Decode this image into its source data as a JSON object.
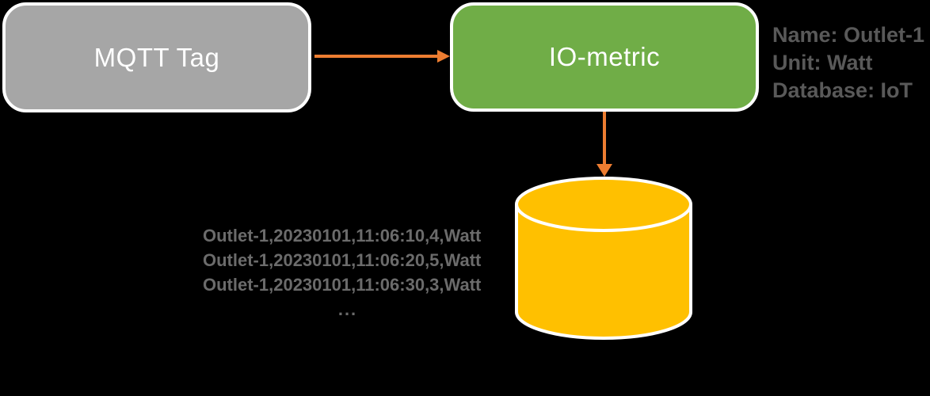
{
  "diagram": {
    "background_color": "#000000",
    "nodes": {
      "mqtt_tag": {
        "label": "MQTT Tag",
        "fill_color": "#a6a6a6",
        "border_color": "#ffffff",
        "text_color": "#ffffff"
      },
      "io_metric": {
        "label": "IO-metric",
        "fill_color": "#70ad47",
        "border_color": "#ffffff",
        "text_color": "#ffffff"
      },
      "database_cylinder": {
        "shape": "cylinder",
        "fill_color": "#ffc000",
        "border_color": "#ffffff"
      }
    },
    "arrows": {
      "color": "#ed7d31",
      "mqtt_to_iometric": "horizontal-right",
      "iometric_to_database": "vertical-down"
    },
    "metric_properties": {
      "text_color": "#595959",
      "lines": [
        "Name: Outlet-1",
        "Unit: Watt",
        "Database: IoT"
      ]
    },
    "data_records": {
      "text_color": "#6b6b6b",
      "lines": [
        "Outlet-1,20230101,11:06:10,4,Watt",
        "Outlet-1,20230101,11:06:20,5,Watt",
        "Outlet-1,20230101,11:06:30,3,Watt"
      ],
      "ellipsis": "..."
    }
  }
}
